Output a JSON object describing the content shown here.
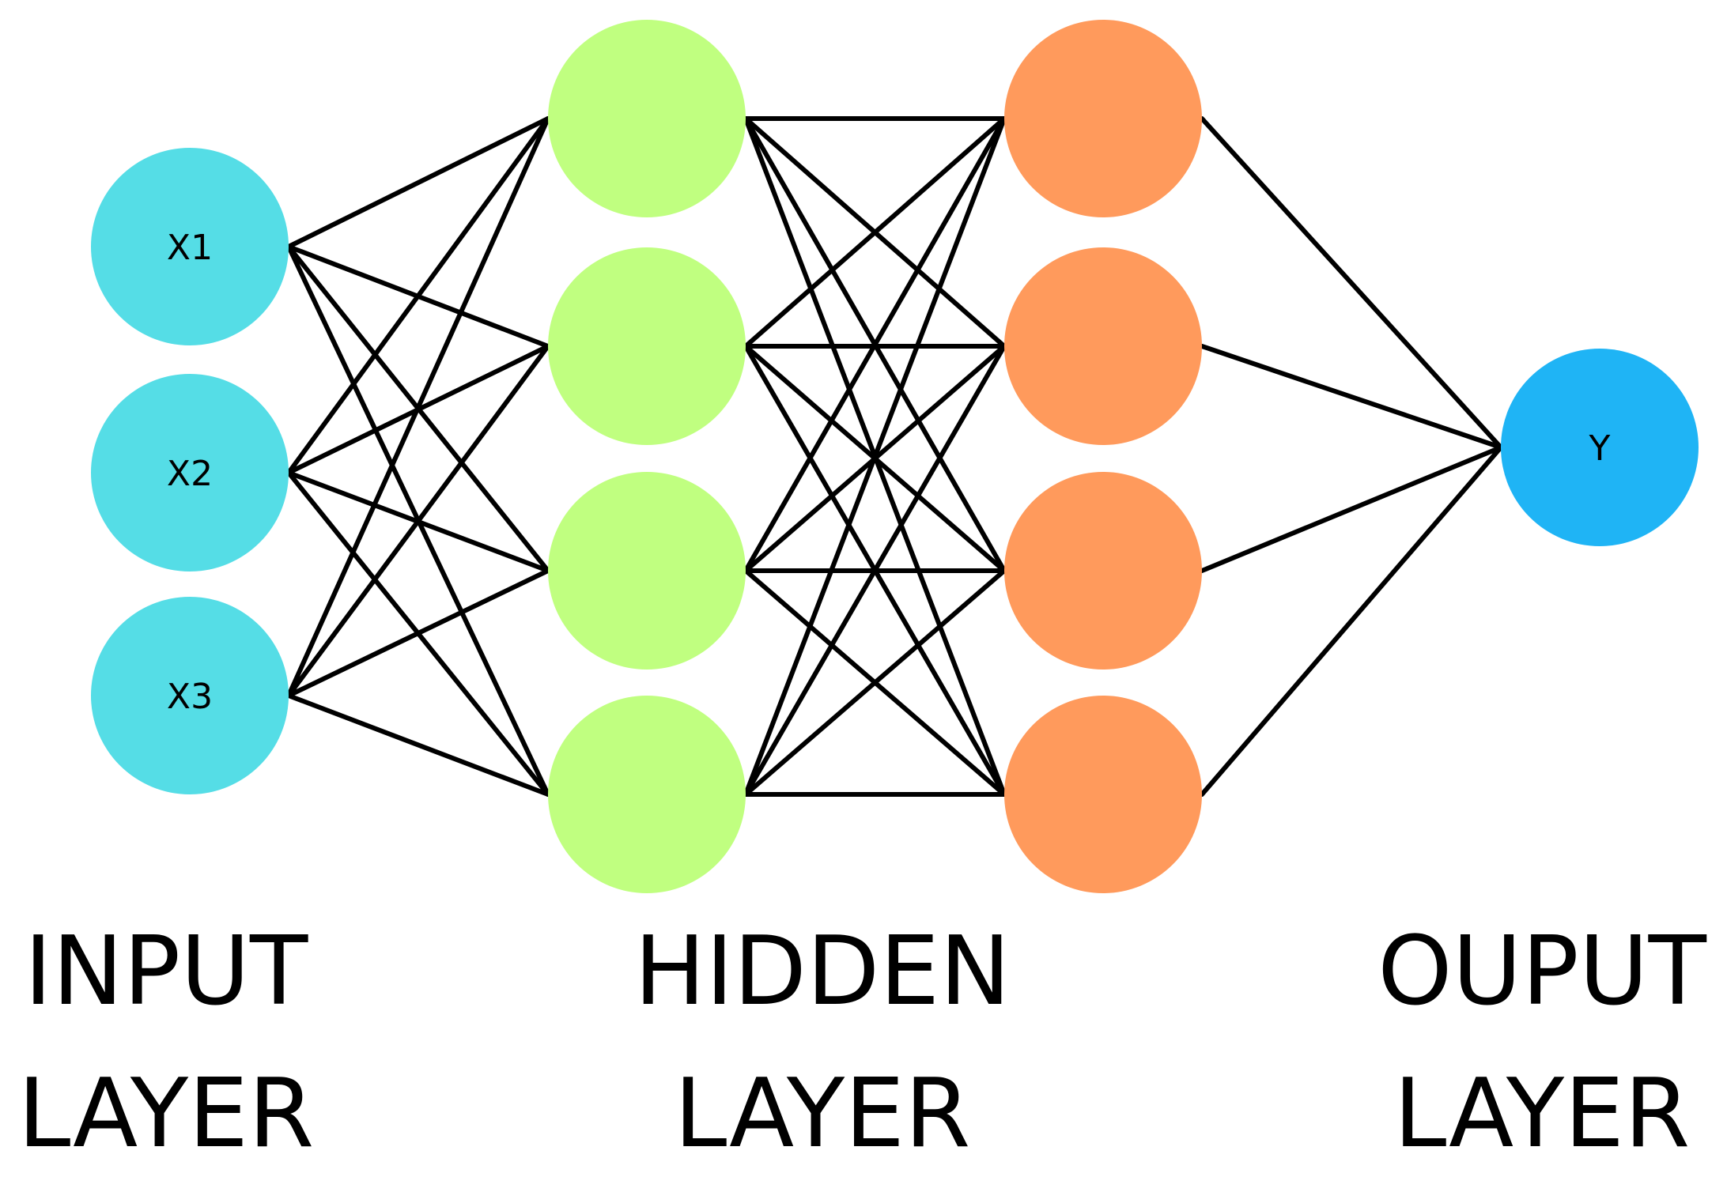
{
  "colors": {
    "input": "#55dde6",
    "hidden1": "#c0ff80",
    "hidden2": "#ff9a5c",
    "output": "#1fb4f5",
    "edge": "#000000"
  },
  "layers": [
    {
      "id": "input",
      "nodes": [
        "X1",
        "X2",
        "X3"
      ]
    },
    {
      "id": "hidden1",
      "nodes": [
        "",
        "",
        "",
        ""
      ]
    },
    {
      "id": "hidden2",
      "nodes": [
        "",
        "",
        "",
        ""
      ]
    },
    {
      "id": "output",
      "nodes": [
        "Y"
      ]
    }
  ],
  "labels": {
    "input": {
      "line1": "INPUT",
      "line2": "LAYER"
    },
    "hidden": {
      "line1": "HIDDEN",
      "line2": "LAYER"
    },
    "output": {
      "line1": "OUPUT",
      "line2": "LAYER"
    }
  }
}
